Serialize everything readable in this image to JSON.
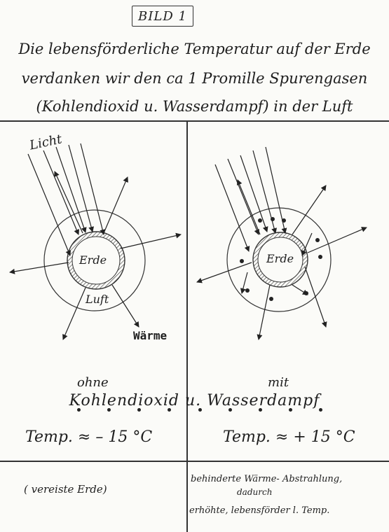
{
  "badge": "BILD 1",
  "title": {
    "line1": "Die lebensförderliche Temperatur auf der Erde",
    "line2": "verdanken wir den ca 1 Promille Spurengasen",
    "line3": "(Kohlendioxid u. Wasserdampf) in der Luft"
  },
  "left_diagram": {
    "light_label": "Licht",
    "earth_label": "Erde",
    "air_label": "Luft",
    "heat_label": "Wärme"
  },
  "right_diagram": {
    "earth_label": "Erde"
  },
  "comparison": {
    "without": "ohne",
    "with": "mit",
    "gases": "Kohlendioxid u. Wasserdampf",
    "temp_without": "Temp. ≈ – 15 °C",
    "temp_with": "Temp. ≈ + 15 °C",
    "note_without": "( vereiste Erde)",
    "note_with_line1": "behinderte Wärme- Abstrahlung,",
    "note_with_line2": "dadurch",
    "note_with_line3": "erhöhte, lebensförder l. Temp."
  }
}
